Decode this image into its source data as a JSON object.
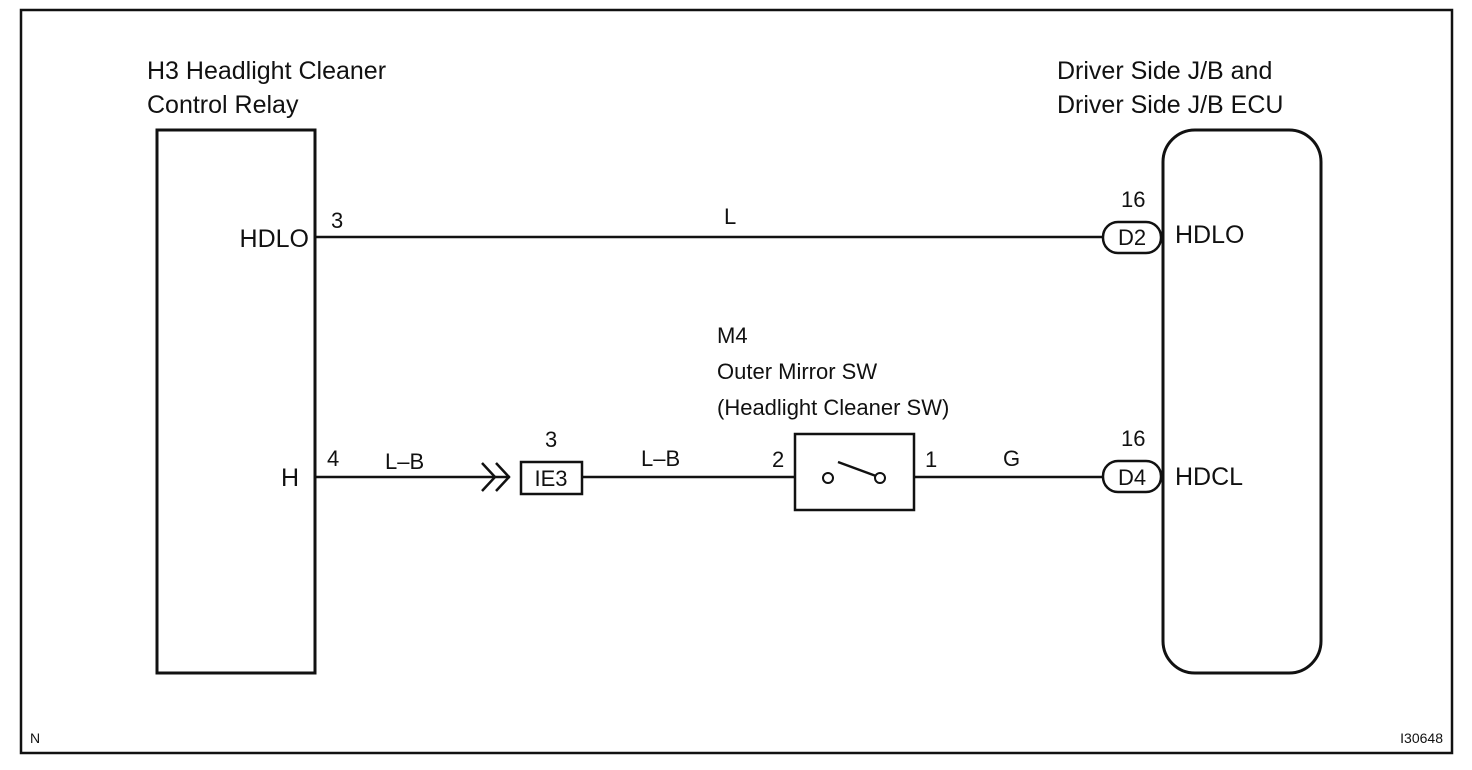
{
  "relay": {
    "title_line1": "H3 Headlight Cleaner",
    "title_line2": "Control Relay",
    "pin_hdlo": "HDLO",
    "pin_h": "H"
  },
  "jb": {
    "title_line1": "Driver Side J/B and",
    "title_line2": "Driver Side J/B ECU",
    "pin_hdlo": "HDLO",
    "pin_hdcl": "HDCL"
  },
  "wire_top": {
    "pin_left": "3",
    "color": "L",
    "connector_number": "16",
    "connector_label": "D2"
  },
  "wire_bottom": {
    "pin_left": "4",
    "color_left": "L–B",
    "junction_number": "3",
    "junction_label": "IE3",
    "color_mid": "L–B",
    "switch_pin_in": "2",
    "switch_pin_out": "1",
    "color_right": "G",
    "connector_number": "16",
    "connector_label": "D4"
  },
  "switch": {
    "title_line1": "M4",
    "title_line2": "Outer Mirror SW",
    "title_line3": "(Headlight Cleaner SW)"
  },
  "corner_letter": "N",
  "figure_code": "I30648"
}
